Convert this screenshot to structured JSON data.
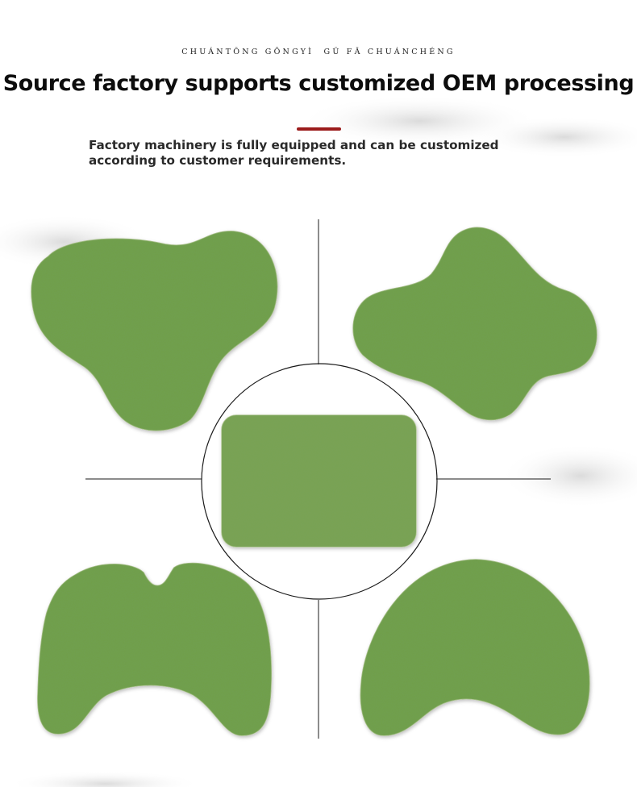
{
  "header": {
    "subtitle": "CHUÁNTǑNG GŌNGYÌ  GǓ FǍ CHUÁNCHÉNG",
    "title": "Source factory supports customized OEM processing",
    "description": "Factory machinery is fully equipped and can be customized according to customer requirements."
  },
  "colors": {
    "accent": "#9b1b1b",
    "patch_green": "#6f9f4a",
    "line": "#1a1a1a"
  }
}
